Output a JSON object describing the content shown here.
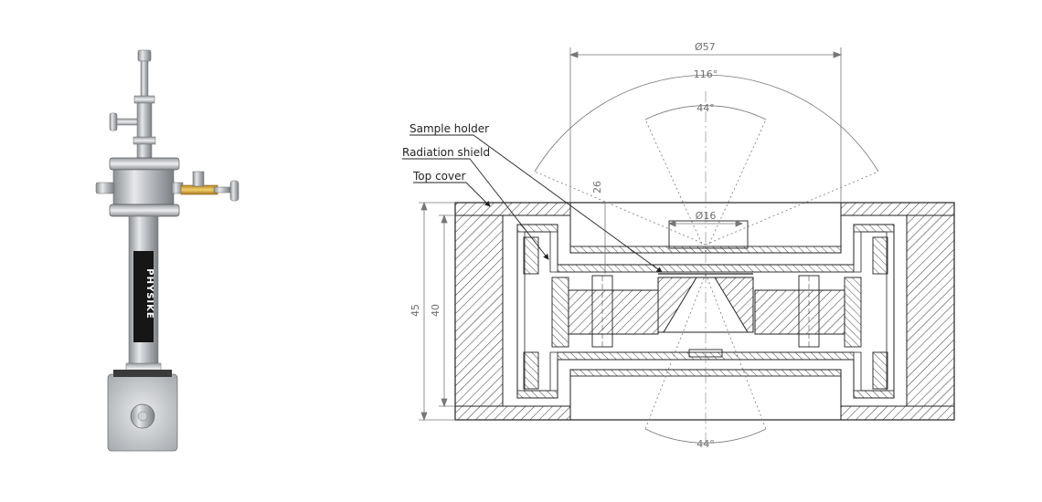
{
  "photo": {
    "brand_text": "PHYSIKE"
  },
  "drawing": {
    "dims": {
      "outer_dia": "Ø57",
      "angle_wide": "116°",
      "angle_top": "44°",
      "angle_bottom": "44°",
      "inner_dia": "Ø16",
      "height_26": "26",
      "height_45": "45",
      "height_40": "40"
    },
    "labels": {
      "sample_holder": "Sample holder",
      "radiation_shield": "Radiation shield",
      "top_cover": "Top cover"
    }
  }
}
